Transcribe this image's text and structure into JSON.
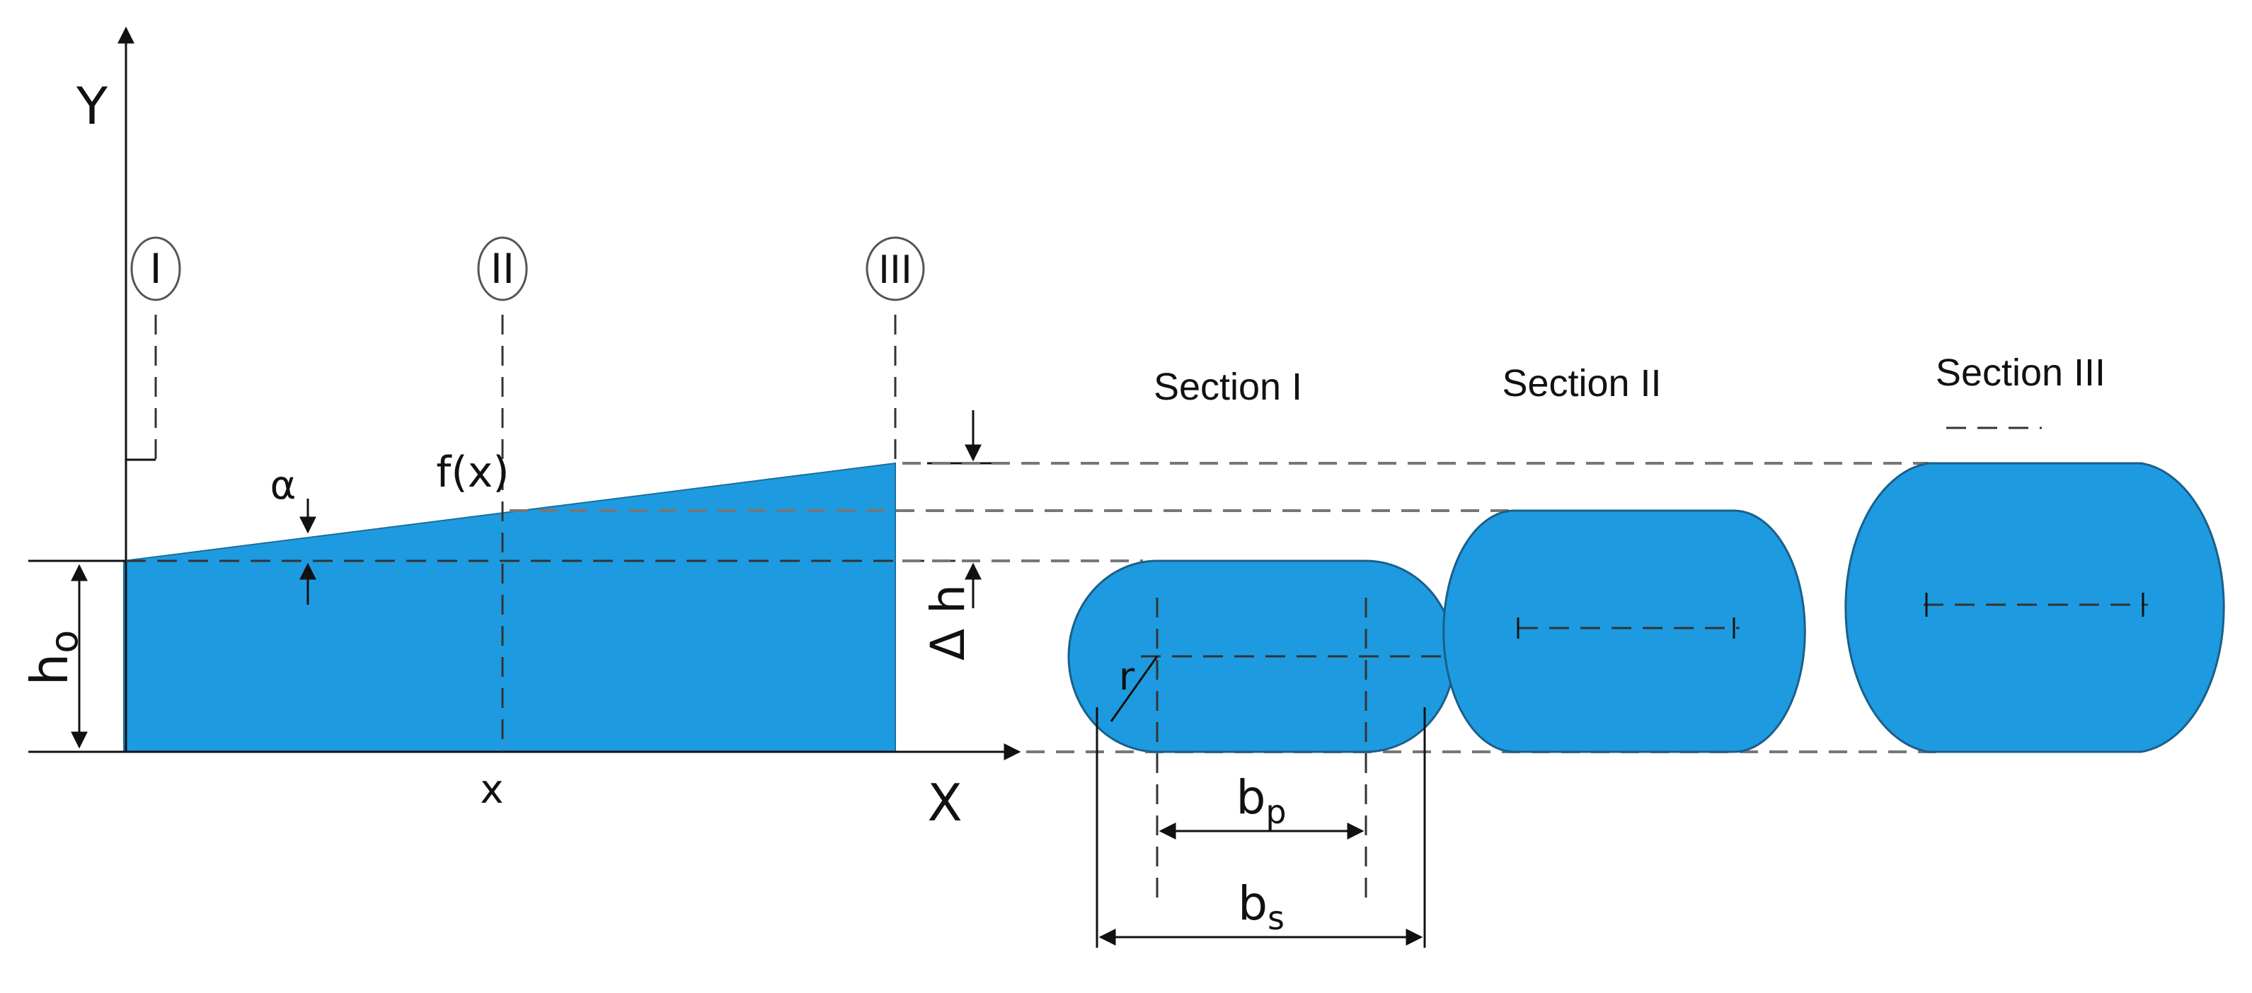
{
  "colors": {
    "fill": "#1E9BE0",
    "outline": "#1a5f8a",
    "ink": "#111111",
    "guide": "#777777"
  },
  "labels": {
    "y_axis": "Y",
    "x_axis": "X",
    "marker_1": "I",
    "marker_2": "II",
    "marker_3": "III",
    "fx": "f(x)",
    "alpha": "α",
    "h0_main": "h",
    "h0_sub": "o",
    "dh_main": "Δ h",
    "x_pos": "x",
    "r": "r",
    "bp_main": "b",
    "bp_sub": "p",
    "bs_main": "b",
    "bs_sub": "s"
  },
  "sections": [
    {
      "title": "Section I"
    },
    {
      "title": "Section II"
    },
    {
      "title": "Section III"
    }
  ]
}
